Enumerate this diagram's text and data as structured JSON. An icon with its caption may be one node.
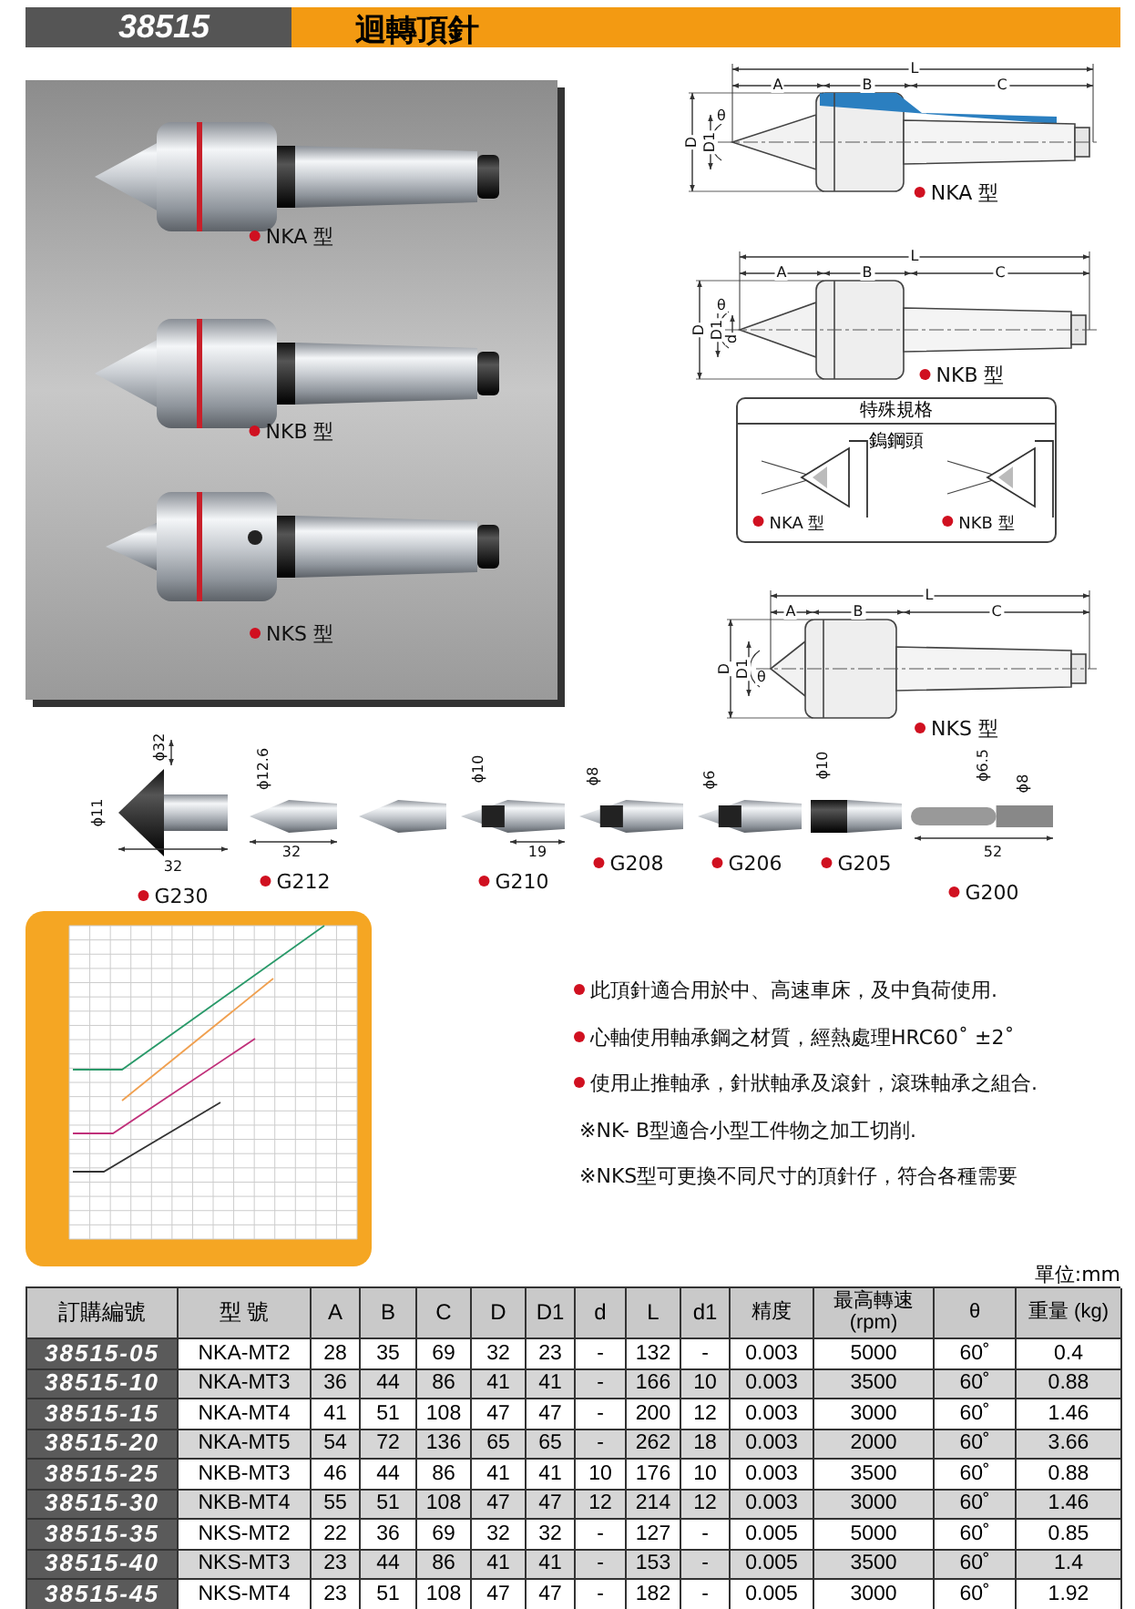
{
  "diagram": {
    "title": "迴轉頂針",
    "nodes": [
      {
        "text": [
          "特殊規格",
          "鎢鋼頭"
        ]
      }
    ],
    "labels": [
      "38515",
      "NKA 型",
      "NKB 型",
      "NKS 型",
      "L",
      "A",
      "B",
      "C",
      "D",
      "D1",
      "θ",
      "NKA 型",
      "L",
      "A",
      "B",
      "C",
      "D",
      "D1",
      "d",
      "θ",
      "NKB 型",
      "NKA 型",
      "NKB 型",
      "L",
      "A",
      "B",
      "C",
      "D",
      "D1",
      "θ",
      "NKS 型",
      "ϕ32",
      "ϕ11",
      "32",
      "G230",
      "ϕ12.6",
      "32",
      "G212",
      "ϕ10",
      "19",
      "G210",
      "ϕ8",
      "G208",
      "ϕ6",
      "G206",
      "ϕ10",
      "G205",
      "ϕ6.5",
      "ϕ8",
      "52",
      "G200",
      "此頂針適合用於中、高速車床，及中負荷使用.",
      "心軸使用軸承鋼之材質，經熱處理HRC60˚ ±2˚",
      "使用止推軸承，針狀軸承及滾針，滾珠軸承之組合.",
      "※NK- B型適合小型工件物之加工切削.",
      "※NKS型可更換不同尺寸的頂針仔，符合各種需要",
      "單位:mm",
      "訂購編號",
      "型 號",
      "A",
      "B",
      "C",
      "D",
      "D1",
      "d",
      "L",
      "d1",
      "精度",
      "最高轉速 (rpm)",
      "θ",
      "重量 (kg)",
      "38515-05",
      "NKA-MT2",
      "28",
      "35",
      "69",
      "32",
      "23",
      "-",
      "132",
      "-",
      "0.003",
      "5000",
      "60˚",
      "0.4",
      "38515-10",
      "NKA-MT3",
      "36",
      "44",
      "86",
      "41",
      "41",
      "-",
      "166",
      "10",
      "0.003",
      "3500",
      "60˚",
      "0.88",
      "38515-15",
      "NKA-MT4",
      "41",
      "51",
      "108",
      "47",
      "47",
      "-",
      "200",
      "12",
      "0.003",
      "3000",
      "60˚",
      "1.46",
      "38515-20",
      "NKA-MT5",
      "54",
      "72",
      "136",
      "65",
      "65",
      "-",
      "262",
      "18",
      "0.003",
      "2000",
      "60˚",
      "3.66",
      "38515-25",
      "NKB-MT3",
      "46",
      "44",
      "86",
      "41",
      "41",
      "10",
      "176",
      "10",
      "0.003",
      "3500",
      "60˚",
      "0.88",
      "38515-30",
      "NKB-MT4",
      "55",
      "51",
      "108",
      "47",
      "47",
      "12",
      "214",
      "12",
      "0.003",
      "3000",
      "60˚",
      "1.46",
      "38515-35",
      "NKS-MT2",
      "22",
      "36",
      "69",
      "32",
      "32",
      "-",
      "127",
      "-",
      "0.005",
      "5000",
      "60˚",
      "0.85",
      "38515-40",
      "NKS-MT3",
      "23",
      "44",
      "86",
      "41",
      "41",
      "-",
      "153",
      "-",
      "0.005",
      "3500",
      "60˚",
      "1.4",
      "38515-45",
      "NKS-MT4",
      "23",
      "51",
      "108",
      "47",
      "47",
      "-",
      "182",
      "-",
      "0.005",
      "3000",
      "60˚",
      "1.92"
    ]
  }
}
